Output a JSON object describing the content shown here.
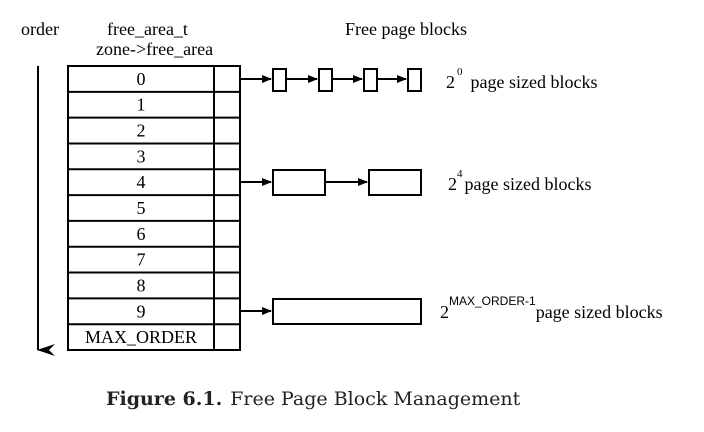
{
  "header": {
    "order": "order",
    "free_area_t": "free_area_t",
    "zone_free_area": "zone->free_area",
    "free_page_blocks": "Free page blocks"
  },
  "orders": [
    "0",
    "1",
    "2",
    "3",
    "4",
    "5",
    "6",
    "7",
    "8",
    "9",
    "MAX_ORDER"
  ],
  "annotations": [
    {
      "base": "2",
      "exponent": "0",
      "text": "page sized blocks"
    },
    {
      "base": "2",
      "exponent": "4",
      "text": "page sized blocks"
    },
    {
      "base": "2",
      "exponent": "MAX_ORDER-1",
      "text": "page sized blocks"
    }
  ],
  "caption": {
    "label": "Figure 6.1.",
    "text": "Free Page Block Management"
  }
}
